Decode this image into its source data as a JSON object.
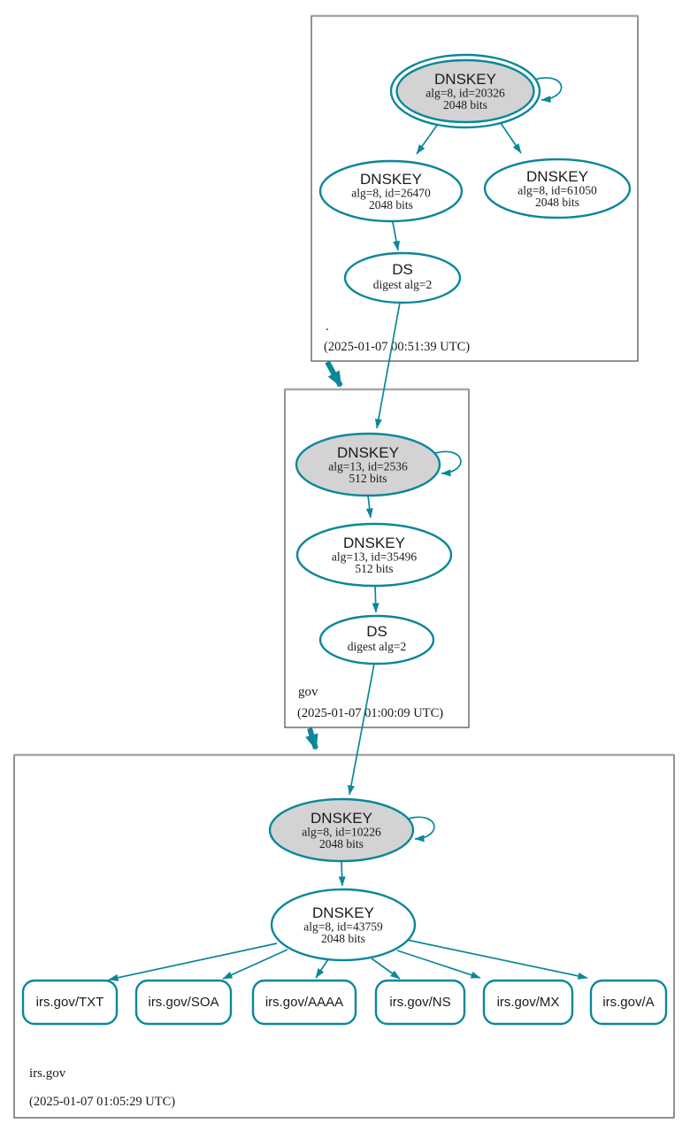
{
  "colors": {
    "secure_teal": "#0a879a",
    "ksk_fill": "#d3d3d3",
    "node_fill": "#ffffff",
    "zone_border": "#4a4a4a",
    "zone_border_top": "#a8a8a8"
  },
  "zones": {
    "root": {
      "label": ".",
      "timestamp": "(2025-01-07 00:51:39 UTC)",
      "ksk": {
        "title": "DNSKEY",
        "detail": "alg=8, id=20326",
        "bits": "2048 bits"
      },
      "zsk_left": {
        "title": "DNSKEY",
        "detail": "alg=8, id=26470",
        "bits": "2048 bits"
      },
      "zsk_right": {
        "title": "DNSKEY",
        "detail": "alg=8, id=61050",
        "bits": "2048 bits"
      },
      "ds": {
        "title": "DS",
        "detail": "digest alg=2"
      }
    },
    "gov": {
      "label": "gov",
      "timestamp": "(2025-01-07 01:00:09 UTC)",
      "ksk": {
        "title": "DNSKEY",
        "detail": "alg=13, id=2536",
        "bits": "512 bits"
      },
      "zsk": {
        "title": "DNSKEY",
        "detail": "alg=13, id=35496",
        "bits": "512 bits"
      },
      "ds": {
        "title": "DS",
        "detail": "digest alg=2"
      }
    },
    "irs": {
      "label": "irs.gov",
      "timestamp": "(2025-01-07 01:05:29 UTC)",
      "ksk": {
        "title": "DNSKEY",
        "detail": "alg=8, id=10226",
        "bits": "2048 bits"
      },
      "zsk": {
        "title": "DNSKEY",
        "detail": "alg=8, id=43759",
        "bits": "2048 bits"
      },
      "rrsets": [
        "irs.gov/TXT",
        "irs.gov/SOA",
        "irs.gov/AAAA",
        "irs.gov/NS",
        "irs.gov/MX",
        "irs.gov/A"
      ]
    }
  }
}
